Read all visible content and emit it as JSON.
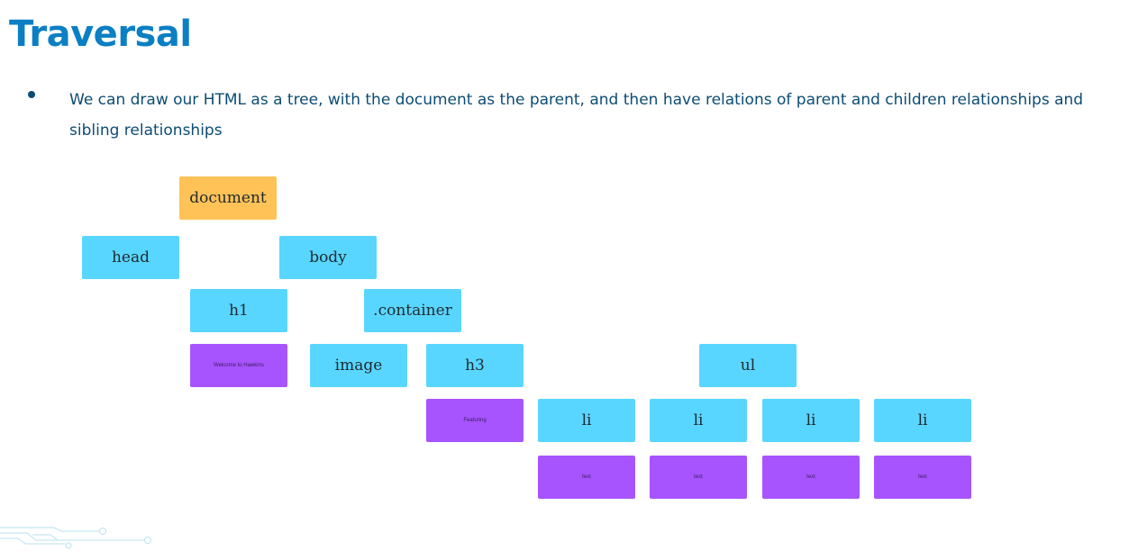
{
  "slide": {
    "title": "Traversal",
    "bullet": "We can draw our HTML as a tree, with the document as the parent, and then have relations of parent and children relationships and sibling relationships"
  },
  "tree": {
    "document": "document",
    "head": "head",
    "body": "body",
    "h1": "h1",
    "container": ".container",
    "h1_text": "Welcome to Hawkins",
    "image": "image",
    "h3": "h3",
    "ul": "ul",
    "h3_text": "Featuring",
    "li": [
      "li",
      "li",
      "li",
      "li"
    ],
    "li_text": [
      "text",
      "text",
      "text",
      "text"
    ]
  },
  "colors": {
    "title": "#0b7fc4",
    "text": "#0d4c73",
    "document_node": "#ffc257",
    "element_node": "#59d6ff",
    "text_node": "#a754ff"
  }
}
